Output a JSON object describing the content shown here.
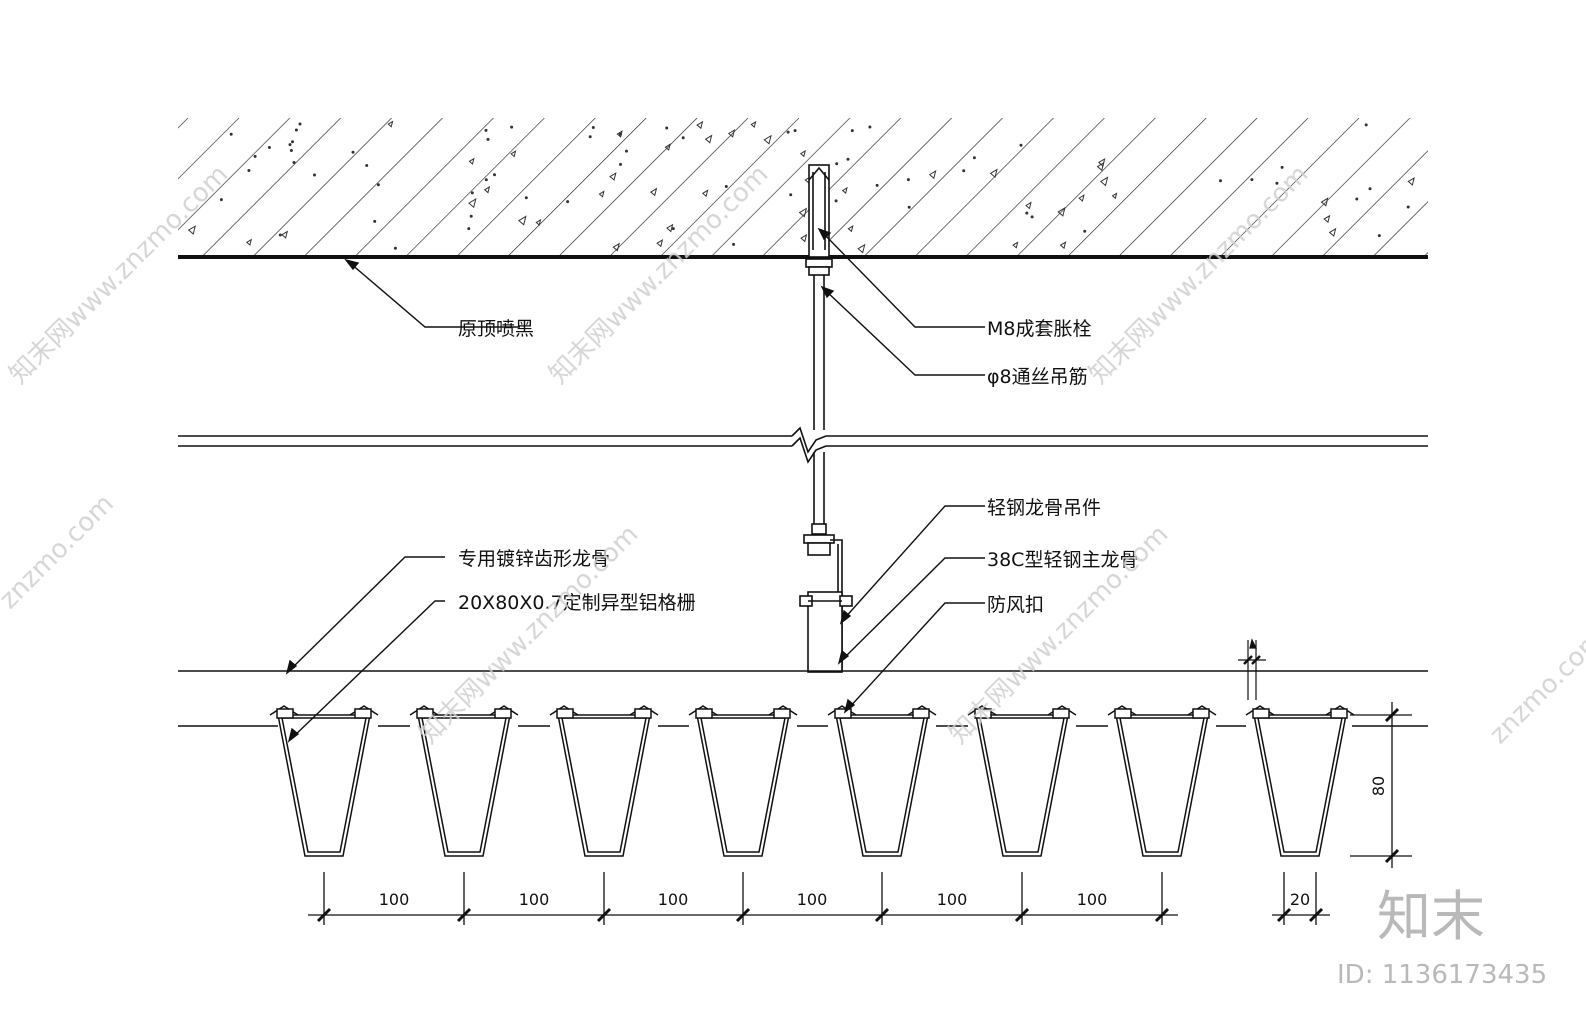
{
  "labels": {
    "ceiling_black": "原顶喷黑",
    "anchor_bolt": "M8成套胀栓",
    "hanger_rod": "φ8通丝吊筋",
    "hanger_fitting": "轻钢龙骨吊件",
    "main_channel": "38C型轻钢主龙骨",
    "wind_clip": "防风扣",
    "toothed_keel": "专用镀锌齿形龙骨",
    "aluminum_grille": "20X80X0.7定制异型铝格栅"
  },
  "dimensions": {
    "spacing": [
      "100",
      "100",
      "100",
      "100",
      "100",
      "100"
    ],
    "grille_width": "20",
    "grille_height": "80"
  },
  "watermark": {
    "text": "知末网www.znzmo.com",
    "short": "znzmo.com"
  },
  "logo": {
    "text": "知末",
    "id": "ID: 1136173435"
  },
  "colors": {
    "line": "#111111",
    "watermark": "#cfcfcf"
  }
}
